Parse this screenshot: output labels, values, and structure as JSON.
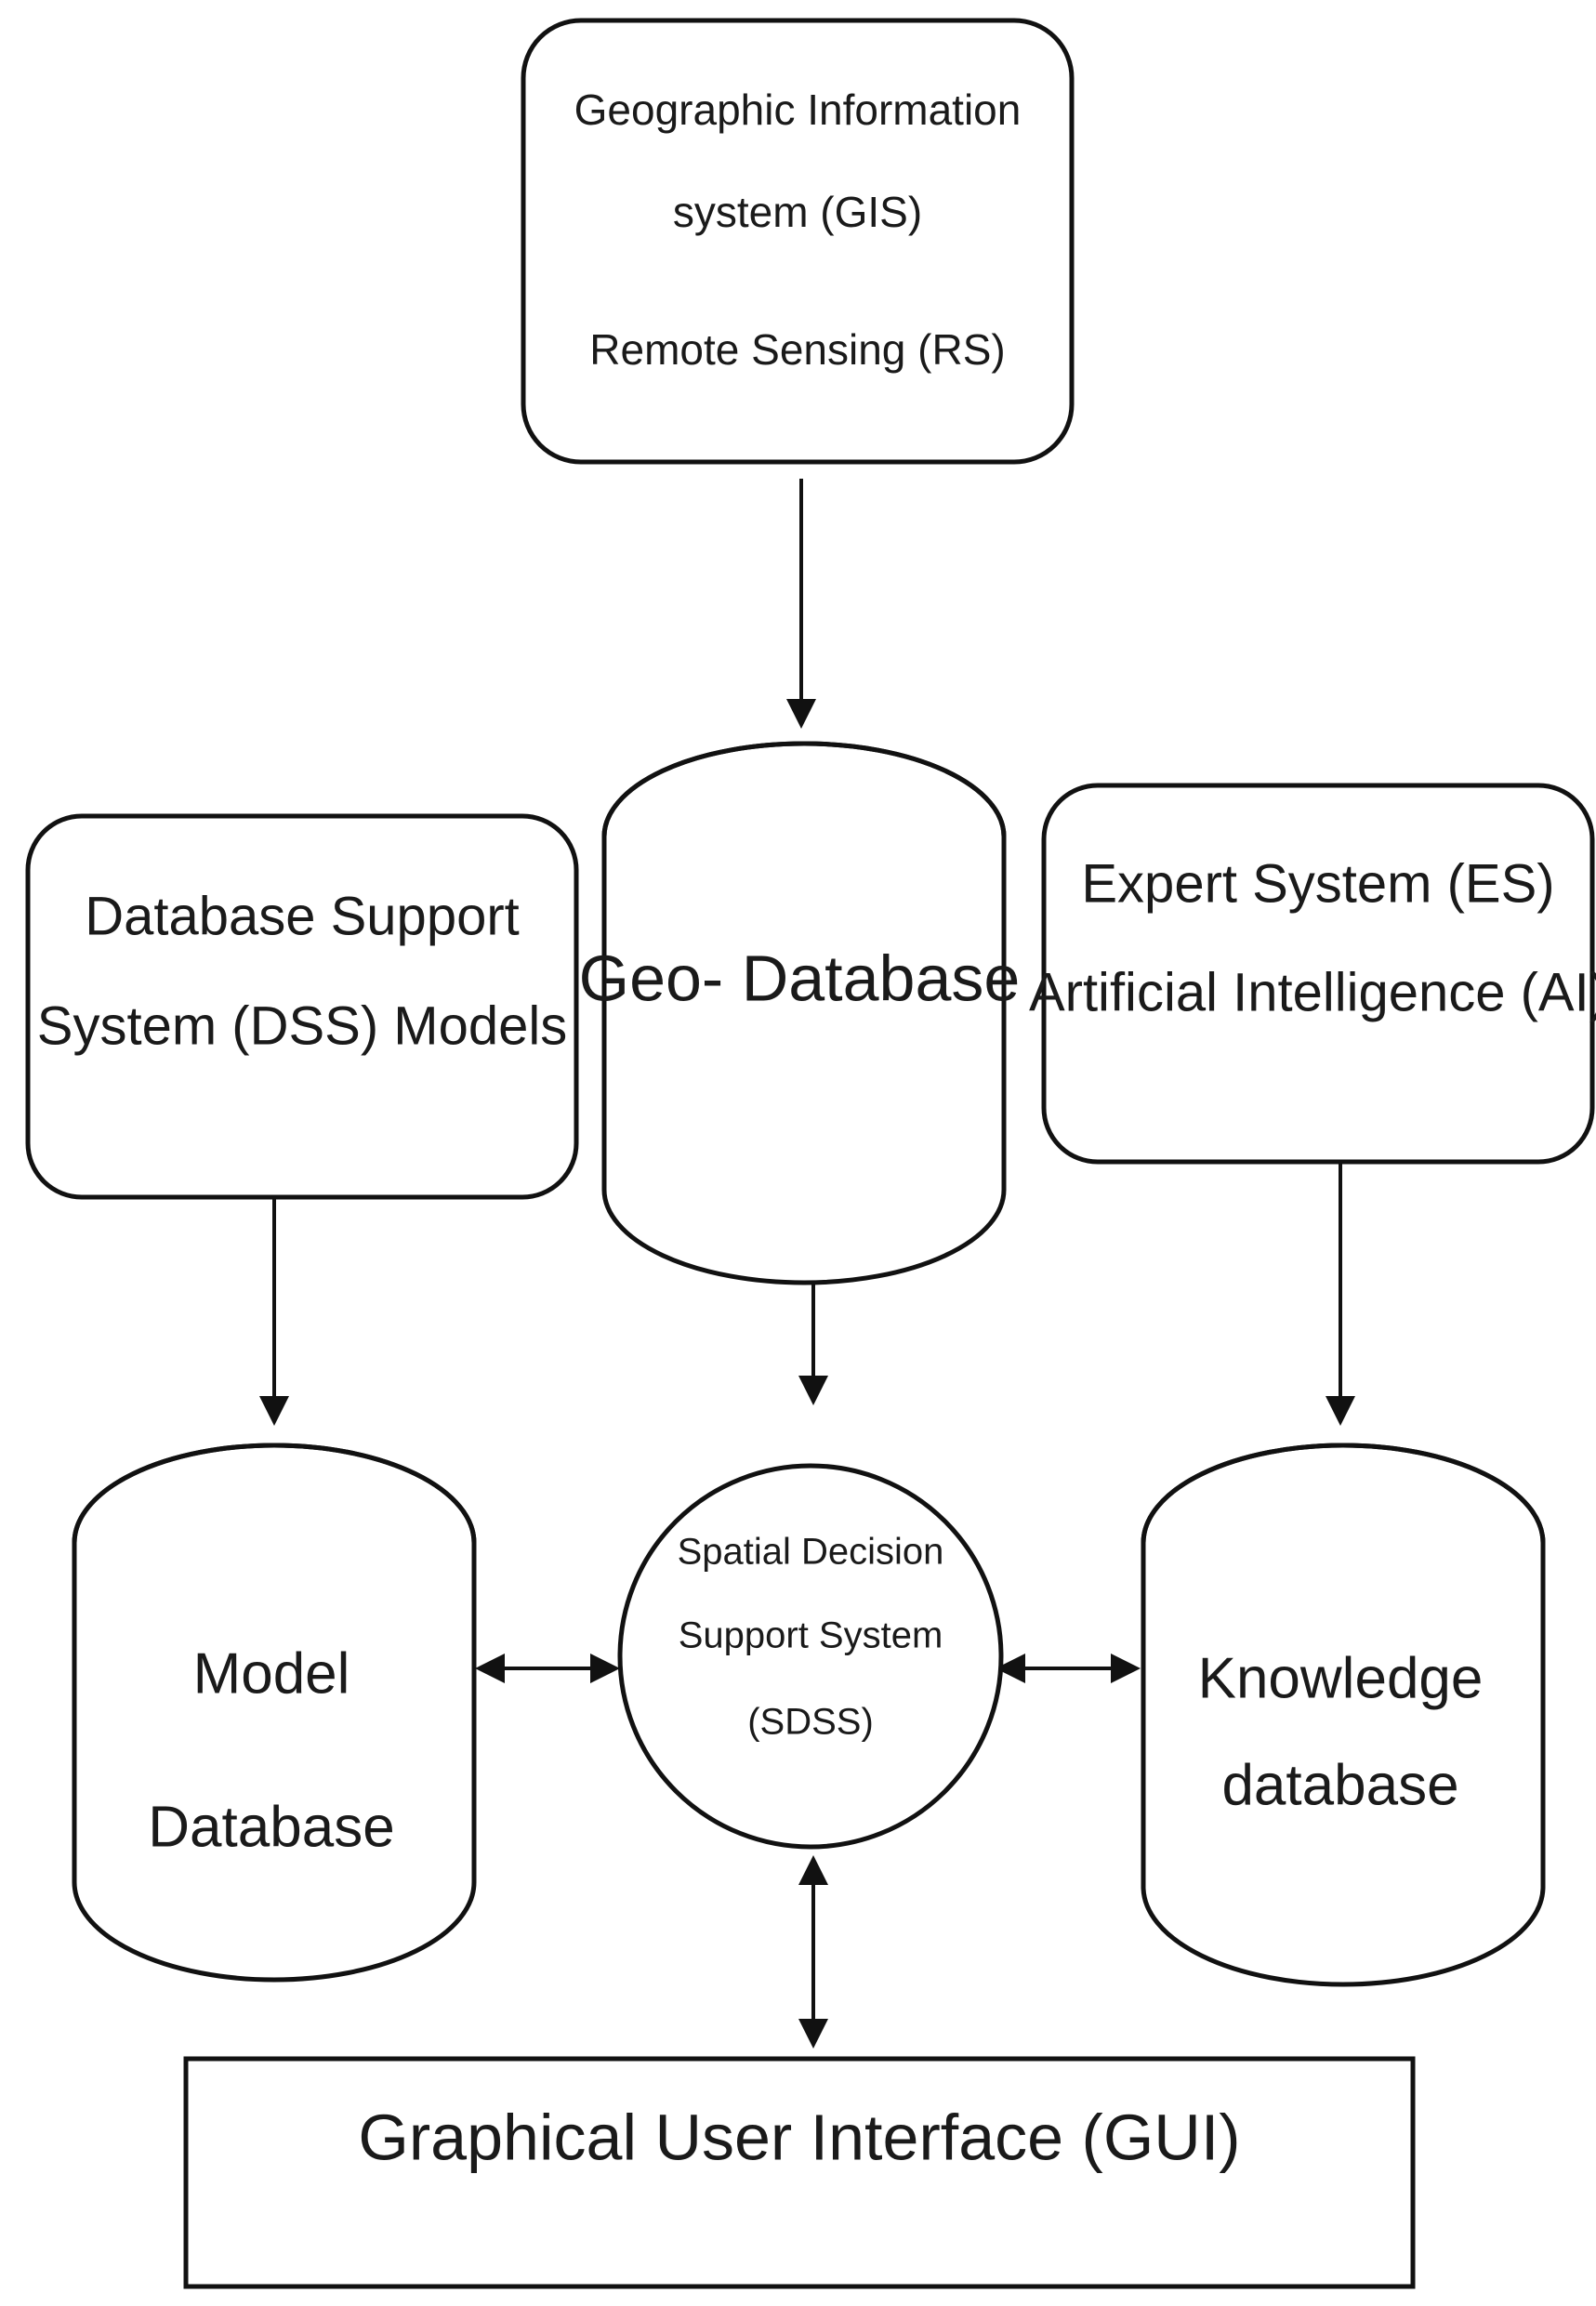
{
  "nodes": {
    "gis_rs": {
      "lines": [
        "Geographic Information",
        "system (GIS)",
        "Remote Sensing (RS)"
      ]
    },
    "dss_models": {
      "lines": [
        "Database Support",
        "System (DSS) Models"
      ]
    },
    "geo_database": {
      "lines": [
        "Geo- Database"
      ]
    },
    "es_ai": {
      "lines": [
        "Expert System (ES)",
        "Artificial Intelligence (AI)"
      ]
    },
    "model_database": {
      "lines": [
        "Model",
        "Database"
      ]
    },
    "sdss": {
      "lines": [
        "Spatial Decision",
        "Support System",
        "(SDSS)"
      ]
    },
    "knowledge_database": {
      "lines": [
        "Knowledge",
        "database"
      ]
    },
    "gui": {
      "lines": [
        "Graphical User Interface (GUI)"
      ]
    }
  },
  "edges": [
    {
      "from": "gis_rs",
      "to": "geo_database",
      "direction": "forward"
    },
    {
      "from": "dss_models",
      "to": "model_database",
      "direction": "forward"
    },
    {
      "from": "es_ai",
      "to": "knowledge_database",
      "direction": "forward"
    },
    {
      "from": "geo_database",
      "to": "sdss",
      "direction": "forward"
    },
    {
      "from": "model_database",
      "to": "sdss",
      "direction": "both"
    },
    {
      "from": "sdss",
      "to": "knowledge_database",
      "direction": "both"
    },
    {
      "from": "sdss",
      "to": "gui",
      "direction": "both"
    }
  ]
}
